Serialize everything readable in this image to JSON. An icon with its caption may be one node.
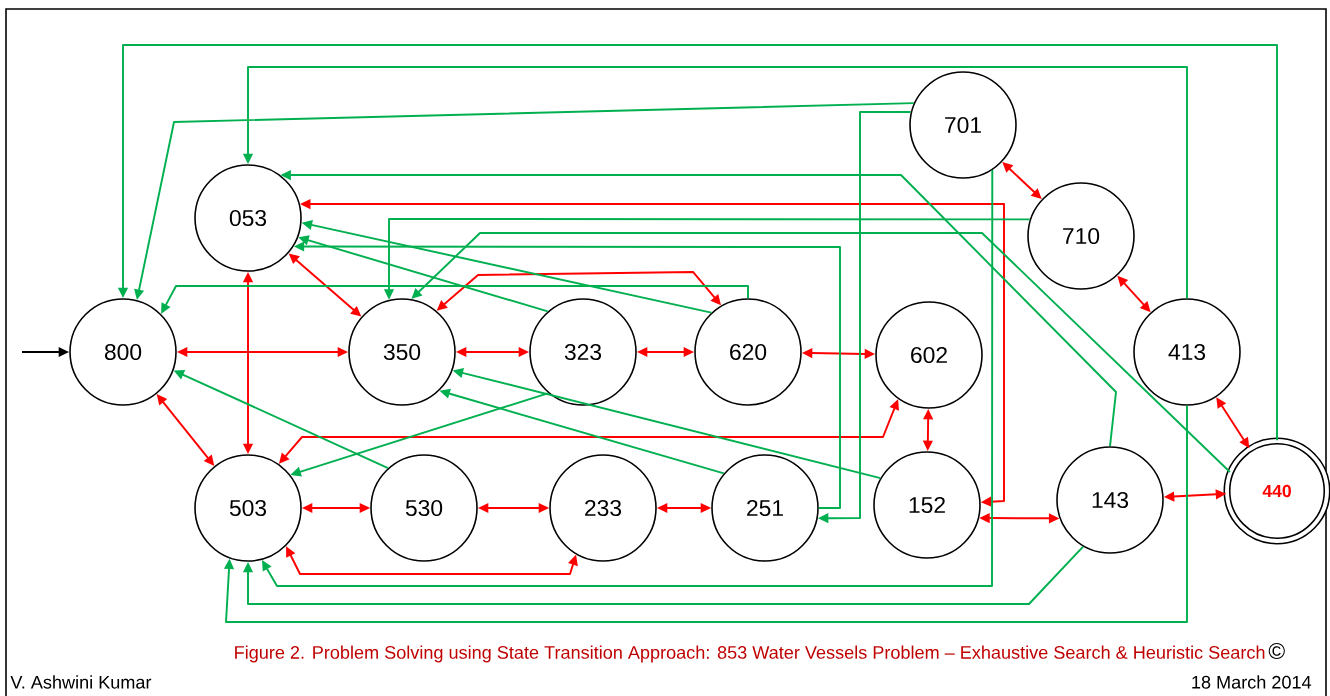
{
  "diagram": {
    "caption": "Figure 2. Problem Solving using State Transition Approach: 853 Water Vessels Problem – Exhaustive Search & Heuristic Search",
    "nodes": [
      {
        "text": [
          "800"
        ]
      },
      {
        "text": [
          "053"
        ]
      },
      {
        "text": [
          "350"
        ]
      },
      {
        "text": [
          "323"
        ]
      },
      {
        "text": [
          "620"
        ]
      },
      {
        "text": [
          "602"
        ]
      },
      {
        "text": [
          "701"
        ]
      },
      {
        "text": [
          "710"
        ]
      },
      {
        "text": [
          "413"
        ]
      },
      {
        "text": [
          "440"
        ]
      },
      {
        "text": [
          "503"
        ]
      },
      {
        "text": [
          "530"
        ]
      },
      {
        "text": [
          "233"
        ]
      },
      {
        "text": [
          "251"
        ]
      },
      {
        "text": [
          "152"
        ]
      },
      {
        "text": [
          "143"
        ]
      }
    ],
    "edges": [
      {
        "from": null,
        "to": 0,
        "arrow": "to",
        "color": "#000000"
      },
      {
        "from": 0,
        "to": 2,
        "arrow": "both",
        "color": "#ff0000"
      },
      {
        "from": 1,
        "to": 10,
        "arrow": "both",
        "color": "#ff0000"
      },
      {
        "from": 0,
        "to": 10,
        "arrow": "both",
        "color": "#ff0000"
      },
      {
        "from": 1,
        "to": 2,
        "arrow": "both",
        "color": "#ff0000"
      },
      {
        "from": 2,
        "to": 3,
        "arrow": "both",
        "color": "#ff0000"
      },
      {
        "from": 3,
        "to": 4,
        "arrow": "both",
        "color": "#ff0000"
      },
      {
        "from": 4,
        "to": 5,
        "arrow": "both",
        "color": "#ff0000"
      },
      {
        "from": 4,
        "to": 2,
        "arrow": "both",
        "color": "#ff0000"
      },
      {
        "from": 1,
        "to": 14,
        "arrow": "both",
        "color": "#ff0000"
      },
      {
        "from": 5,
        "to": 10,
        "arrow": "both",
        "color": "#ff0000"
      },
      {
        "from": 5,
        "to": 14,
        "arrow": "both",
        "color": "#ff0000"
      },
      {
        "from": 10,
        "to": 11,
        "arrow": "both",
        "color": "#ff0000"
      },
      {
        "from": 11,
        "to": 12,
        "arrow": "both",
        "color": "#ff0000"
      },
      {
        "from": 12,
        "to": 13,
        "arrow": "both",
        "color": "#ff0000"
      },
      {
        "from": 10,
        "to": 12,
        "arrow": "both",
        "color": "#ff0000"
      },
      {
        "from": 14,
        "to": 15,
        "arrow": "both",
        "color": "#ff0000"
      },
      {
        "from": 15,
        "to": 9,
        "arrow": "both",
        "color": "#ff0000"
      },
      {
        "from": 8,
        "to": 9,
        "arrow": "both",
        "color": "#ff0000"
      },
      {
        "from": 6,
        "to": 7,
        "arrow": "both",
        "color": "#ff0000"
      },
      {
        "from": 7,
        "to": 8,
        "arrow": "both",
        "color": "#ff0000"
      },
      {
        "from": 9,
        "to": 0,
        "arrow": "to",
        "color": "#00b050"
      },
      {
        "from": 8,
        "to": 1,
        "arrow": "to",
        "color": "#00b050"
      },
      {
        "from": 6,
        "to": 0,
        "arrow": "to",
        "color": "#00b050"
      },
      {
        "from": 15,
        "to": 1,
        "arrow": "to",
        "color": "#00b050"
      },
      {
        "from": 9,
        "to": 2,
        "arrow": "to",
        "color": "#00b050"
      },
      {
        "from": 7,
        "to": 2,
        "arrow": "to",
        "color": "#00b050"
      },
      {
        "from": 13,
        "to": 1,
        "arrow": "to",
        "color": "#00b050"
      },
      {
        "from": 6,
        "to": 13,
        "arrow": "to",
        "color": "#00b050"
      },
      {
        "from": 6,
        "to": 10,
        "arrow": "to",
        "color": "#00b050"
      },
      {
        "from": 15,
        "to": 10,
        "arrow": "to",
        "color": "#00b050"
      },
      {
        "from": 8,
        "to": 10,
        "arrow": "to",
        "color": "#00b050"
      },
      {
        "from": 3,
        "to": 1,
        "arrow": "to",
        "color": "#00b050"
      },
      {
        "from": 4,
        "to": 1,
        "arrow": "to",
        "color": "#00b050"
      },
      {
        "from": 4,
        "to": 0,
        "arrow": "to",
        "color": "#00b050"
      },
      {
        "from": 3,
        "to": 10,
        "arrow": "to",
        "color": "#00b050"
      },
      {
        "from": 11,
        "to": 0,
        "arrow": "to",
        "color": "#00b050"
      },
      {
        "from": 13,
        "to": 2,
        "arrow": "to",
        "color": "#00b050"
      },
      {
        "from": 14,
        "to": 2,
        "arrow": "to",
        "color": "#00b050"
      }
    ],
    "labels": [
      "©",
      "V. Ashwini Kumar",
      "18 March 2014"
    ]
  }
}
